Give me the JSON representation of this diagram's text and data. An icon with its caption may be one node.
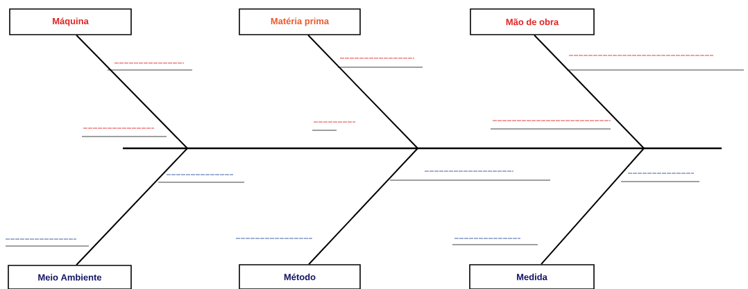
{
  "diagram": {
    "nodes": [
      {
        "text": [
          "Máquina"
        ]
      },
      {
        "text": [
          "Matéria prima"
        ]
      },
      {
        "text": [
          "Mão de obra"
        ]
      },
      {
        "text": [
          "Meio Ambiente"
        ]
      },
      {
        "text": [
          "Método"
        ]
      },
      {
        "text": [
          "Medida"
        ]
      }
    ],
    "edges": [
      {
        "from": 0,
        "to": null,
        "arrow": "none"
      },
      {
        "from": 1,
        "to": null,
        "arrow": "none"
      },
      {
        "from": 2,
        "to": null,
        "arrow": "none"
      },
      {
        "from": 3,
        "to": null,
        "arrow": "none"
      },
      {
        "from": 4,
        "to": null,
        "arrow": "none"
      },
      {
        "from": 5,
        "to": null,
        "arrow": "none"
      }
    ]
  }
}
